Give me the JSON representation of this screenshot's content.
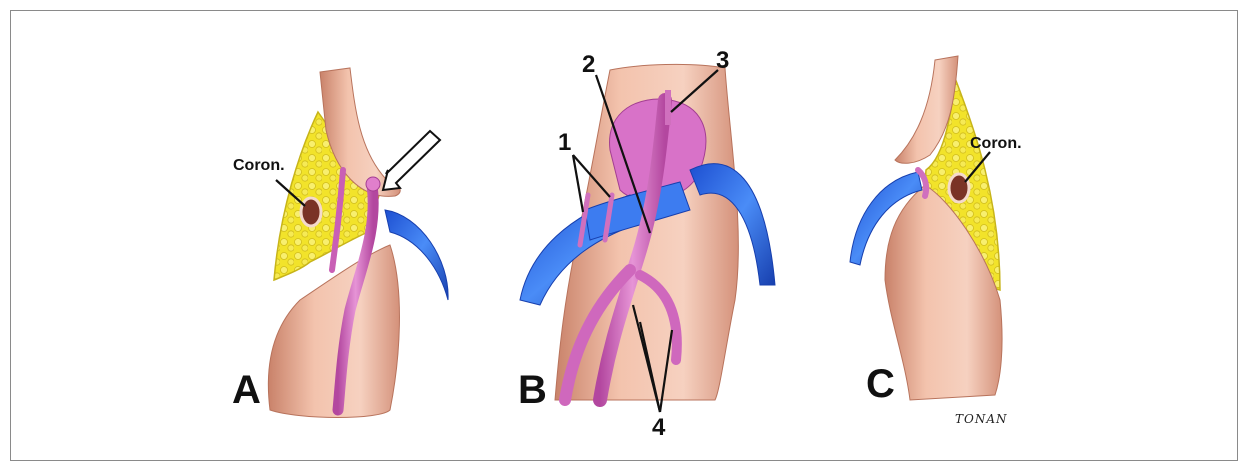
{
  "figure": {
    "panels": [
      {
        "letter": "A",
        "label": "Coron."
      },
      {
        "letter": "B",
        "numbers": [
          "1",
          "2",
          "3",
          "4"
        ]
      },
      {
        "letter": "C",
        "label": "Coron."
      }
    ],
    "signature": "TONAN"
  },
  "colors": {
    "esophagus": "#f0b9a1",
    "esophagus_shadow": "#cf8a6f",
    "fat": "#f2e32a",
    "fat_border": "#c7b41a",
    "artery": "#d064be",
    "vein_blue": "#2f6be6",
    "frame_border": "#8a8a8a"
  }
}
